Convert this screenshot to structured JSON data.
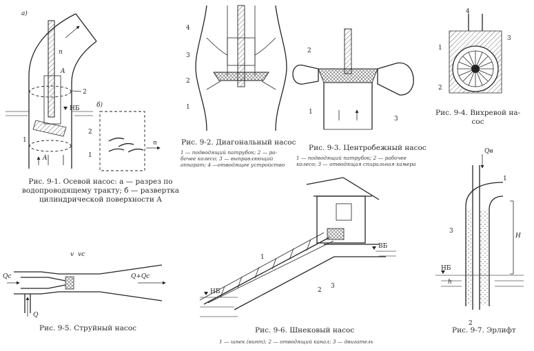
{
  "figures": {
    "fig1": {
      "caption_lines": [
        "Рис. 9-1. Осевой насос: а — разрез по",
        "водопроводящему тракту; б — развертка",
        "цилиндрической поверхности А"
      ],
      "labels": {
        "a": "а)",
        "b": "б)",
        "n1": "n",
        "A1": "A",
        "A2": "A",
        "NB": "НБ",
        "p1": "1",
        "p2": "2",
        "q1": "1",
        "q2": "2",
        "n2": "n"
      }
    },
    "fig2": {
      "caption": "Рис. 9-2. Диагональный насос",
      "legend_lines": [
        "1 — подводящий патрубок; 2 — ра-",
        "бочее колесо; 3 — выправляющий",
        "аппарат; 4 —отводящее устройство"
      ],
      "labels": {
        "p4": "4",
        "p3": "3",
        "p2": "2",
        "p1": "1"
      }
    },
    "fig3": {
      "caption": "Рис. 9-3. Центробежный насос",
      "legend_lines": [
        "1 — подводящий патрубок; 2 — рабочее",
        "колесо; 3 — отводящая спиральная камера"
      ],
      "labels": {
        "p2": "2",
        "p1": "1",
        "p3": "3"
      }
    },
    "fig4": {
      "caption_lines": [
        "Рис. 9-4. Вихревой на-",
        "сос"
      ],
      "labels": {
        "p4": "4",
        "p3": "3",
        "p1": "1",
        "p2": "2"
      }
    },
    "fig5": {
      "caption": "Рис. 9-5. Струйный насос",
      "labels": {
        "v": "v",
        "vc": "vc",
        "Qc": "Qc",
        "Q": "Q",
        "Qsum": "Q+Qc"
      }
    },
    "fig6": {
      "caption": "Рис. 9-6. Шнековый насос",
      "legend": "1 — шнек (винт); 2 — отводящий канал; 3 — двигатель",
      "labels": {
        "p1": "1",
        "p2": "2",
        "p3": "3",
        "VB": "ВБ",
        "NB": "НБ"
      }
    },
    "fig7": {
      "caption": "Рис. 9-7. Эрлифт",
      "labels": {
        "Qv": "Qв",
        "p1": "1",
        "p3": "3",
        "H": "H",
        "NB": "НБ",
        "h": "h",
        "p2": "2"
      }
    }
  }
}
